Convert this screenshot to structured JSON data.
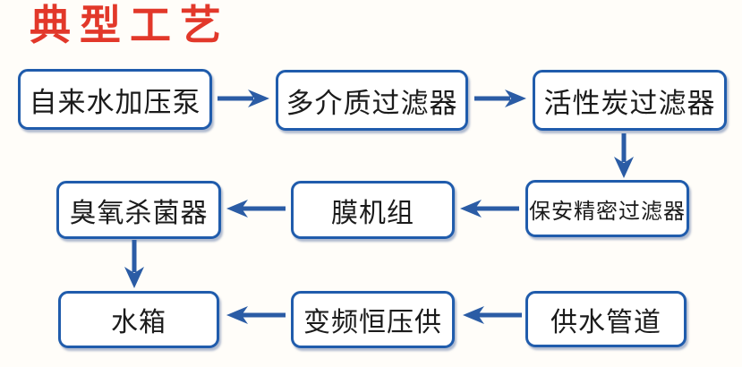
{
  "title": "典型工艺",
  "colors": {
    "background": "#FFFDF9",
    "title-red": "#E2382A",
    "box-border-blue": "#205CAC",
    "box-fill": "#FFFFFF",
    "text-dark": "#1B1B1B",
    "arrow-blue": "#2B5CA5"
  },
  "flowchart": {
    "nodes": [
      {
        "id": "tap-water-pump",
        "label": "自来水加压泵"
      },
      {
        "id": "multi-media-filter",
        "label": "多介质过滤器"
      },
      {
        "id": "activated-carbon-filter",
        "label": "活性炭过滤器"
      },
      {
        "id": "security-precision-filter",
        "label": "保安精密过滤器"
      },
      {
        "id": "membrane-unit",
        "label": "膜机组"
      },
      {
        "id": "ozone-sterilizer",
        "label": "臭氧杀菌器"
      },
      {
        "id": "water-tank",
        "label": "水箱"
      },
      {
        "id": "vfd-constant-pressure-supply",
        "label": "变频恒压供"
      },
      {
        "id": "water-supply-pipeline",
        "label": "供水管道"
      }
    ],
    "edges": [
      {
        "from": "tap-water-pump",
        "to": "multi-media-filter",
        "direction": "right"
      },
      {
        "from": "multi-media-filter",
        "to": "activated-carbon-filter",
        "direction": "right"
      },
      {
        "from": "activated-carbon-filter",
        "to": "security-precision-filter",
        "direction": "down"
      },
      {
        "from": "security-precision-filter",
        "to": "membrane-unit",
        "direction": "left"
      },
      {
        "from": "membrane-unit",
        "to": "ozone-sterilizer",
        "direction": "left"
      },
      {
        "from": "ozone-sterilizer",
        "to": "water-tank",
        "direction": "down"
      },
      {
        "from": "water-supply-pipeline",
        "to": "vfd-constant-pressure-supply",
        "direction": "left"
      },
      {
        "from": "vfd-constant-pressure-supply",
        "to": "water-tank",
        "direction": "left"
      }
    ]
  }
}
